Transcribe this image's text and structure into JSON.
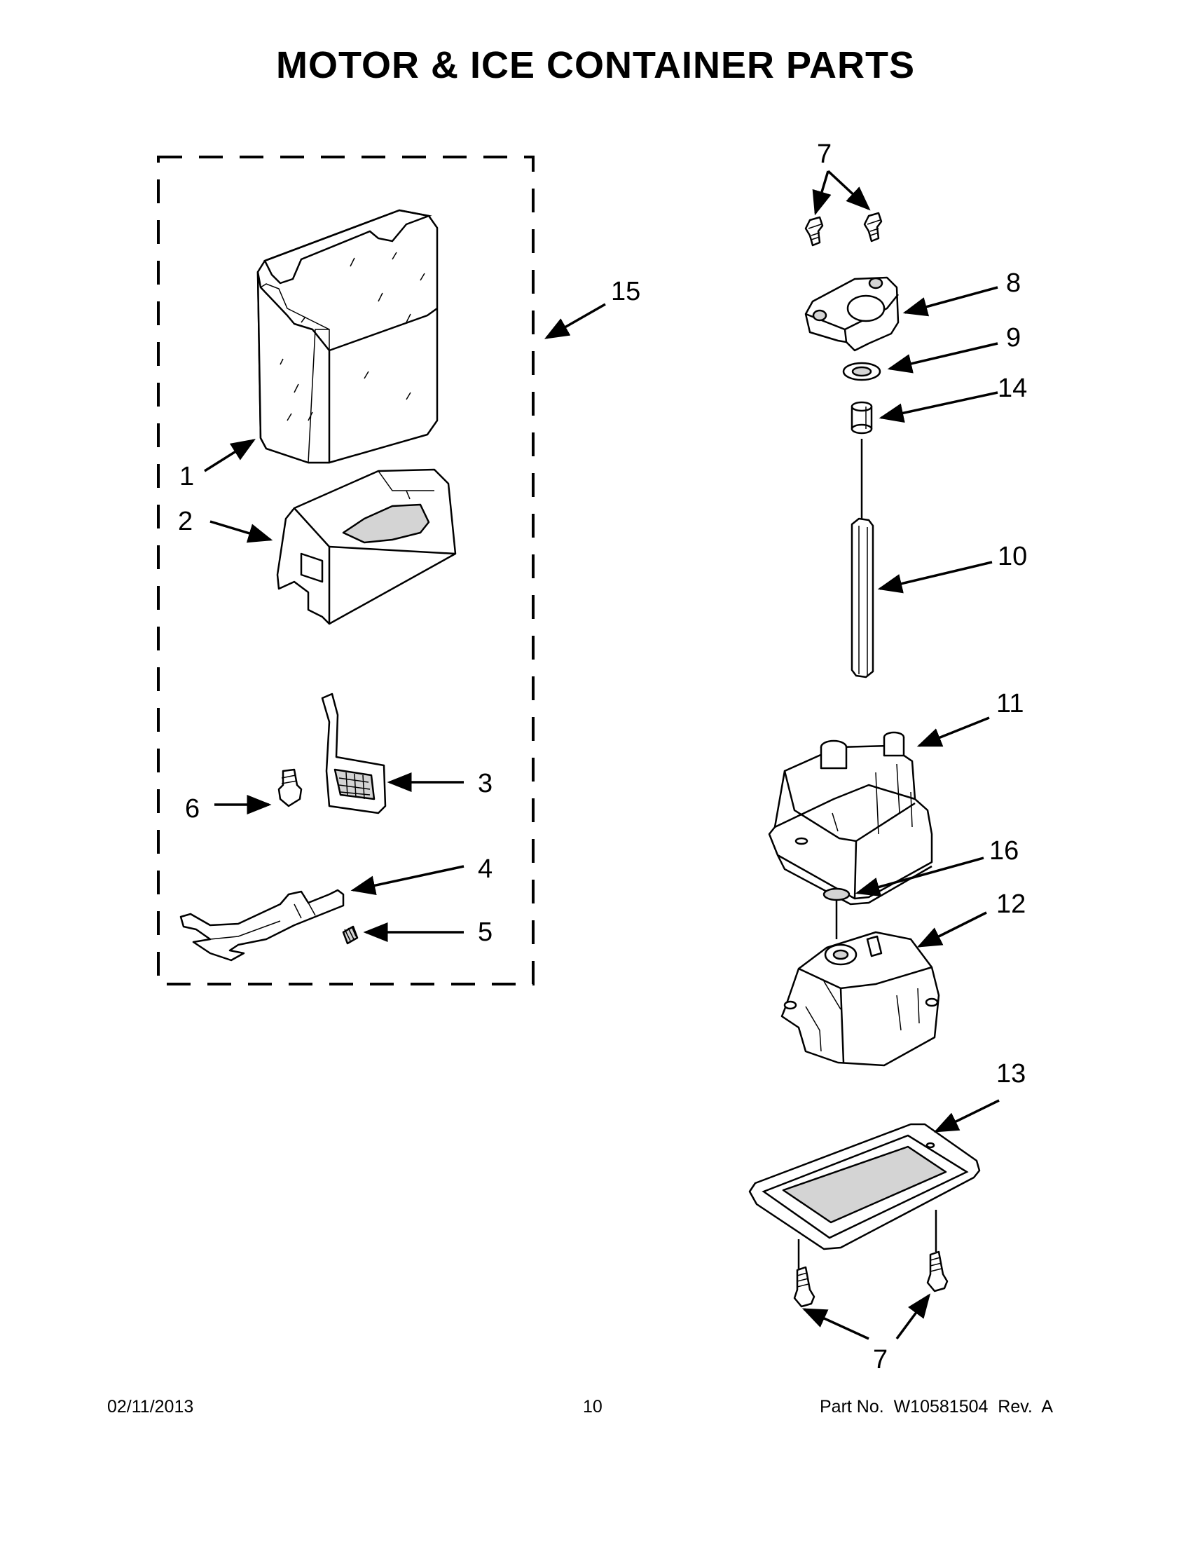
{
  "title": "MOTOR & ICE CONTAINER PARTS",
  "callouts": {
    "c1": "1",
    "c2": "2",
    "c3": "3",
    "c4": "4",
    "c5": "5",
    "c6": "6",
    "c7_top": "7",
    "c7_bottom": "7",
    "c8": "8",
    "c9": "9",
    "c10": "10",
    "c11": "11",
    "c12": "12",
    "c13": "13",
    "c14": "14",
    "c15": "15",
    "c16": "16"
  },
  "footer": {
    "date": "02/11/2013",
    "page": "10",
    "part": "Part No.  W10581504  Rev.  A"
  }
}
